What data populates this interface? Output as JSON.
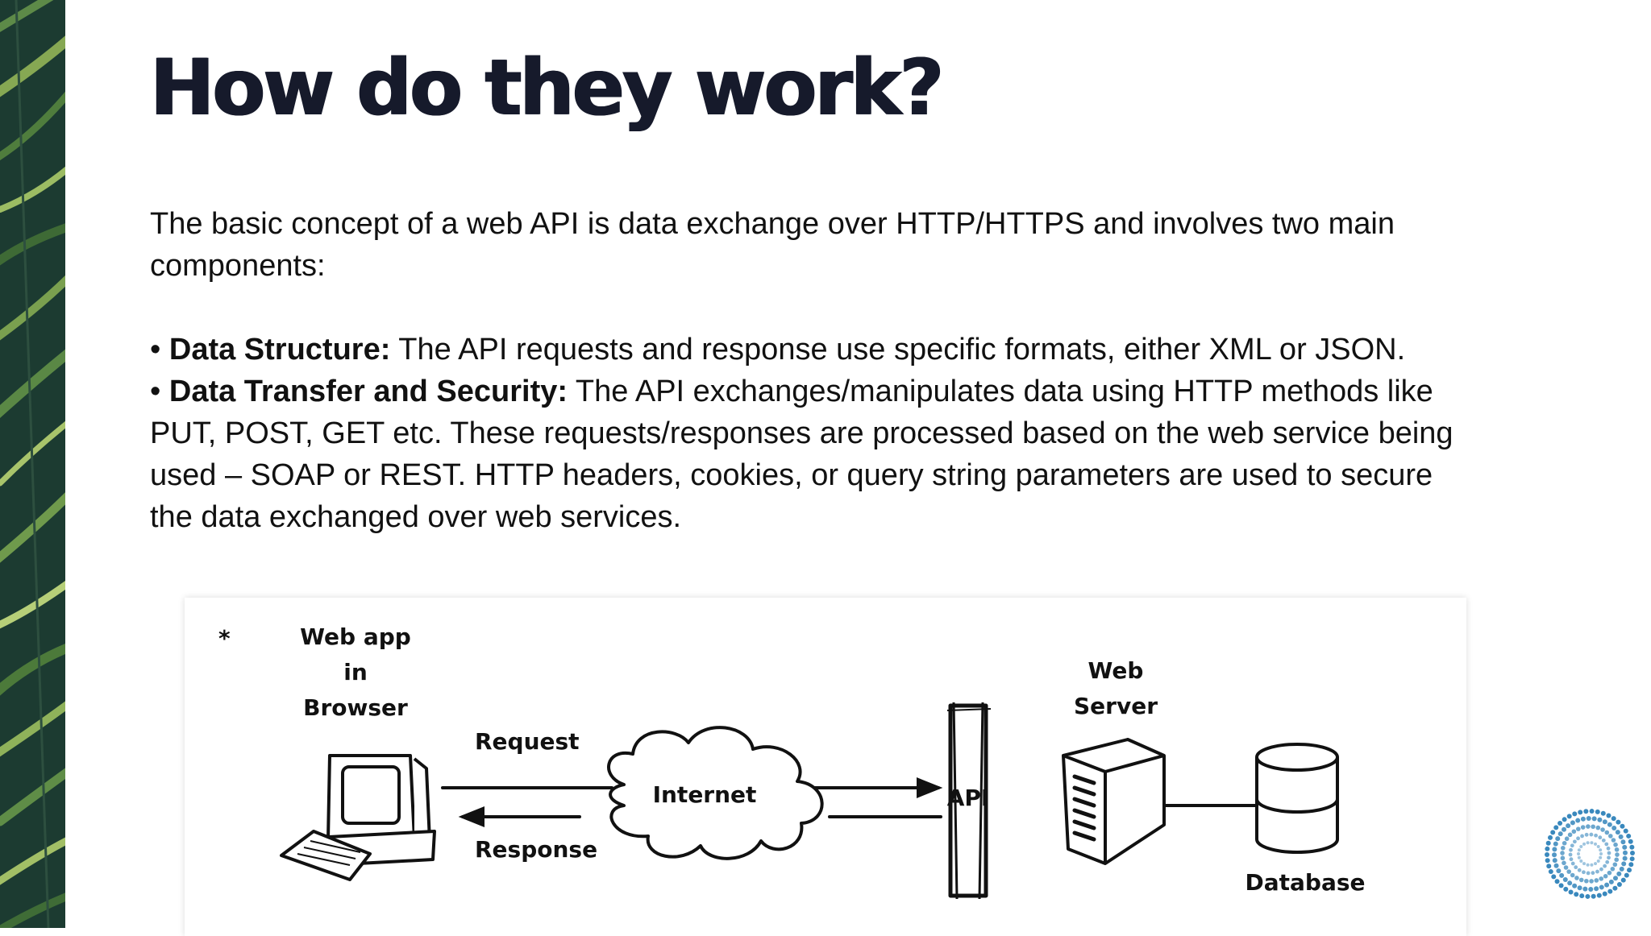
{
  "slide": {
    "title": "How do they work?",
    "intro": "The basic concept of a web API is data exchange over HTTP/HTTPS and involves two main components:",
    "bullets": [
      {
        "marker": "•",
        "heading": "Data Structure:",
        "text": " The API requests and response use specific formats, either XML or JSON."
      },
      {
        "marker": "•",
        "heading": "Data Transfer and Security:",
        "text": " The API exchanges/manipulates data using HTTP methods like PUT, POST, GET etc. These requests/responses are processed based on the web service being used – SOAP or REST. HTTP headers, cookies, or query string parameters are used to secure the data exchanged over web services."
      }
    ]
  },
  "diagram": {
    "asterisk": "*",
    "client_label": [
      "Web app",
      "in",
      "Browser"
    ],
    "request_label": "Request",
    "response_label": "Response",
    "cloud_label": "Internet",
    "api_label": "API",
    "server_label": [
      "Web",
      "Server"
    ],
    "database_label": "Database"
  },
  "colors": {
    "title": "#161a2b",
    "leaf_background": "#1c3b31",
    "logo": "#2a7fb8"
  },
  "icons": [
    "palm-leaf-decoration",
    "computer-icon",
    "cloud-icon",
    "server-icon",
    "database-icon",
    "dotted-circle-logo"
  ]
}
